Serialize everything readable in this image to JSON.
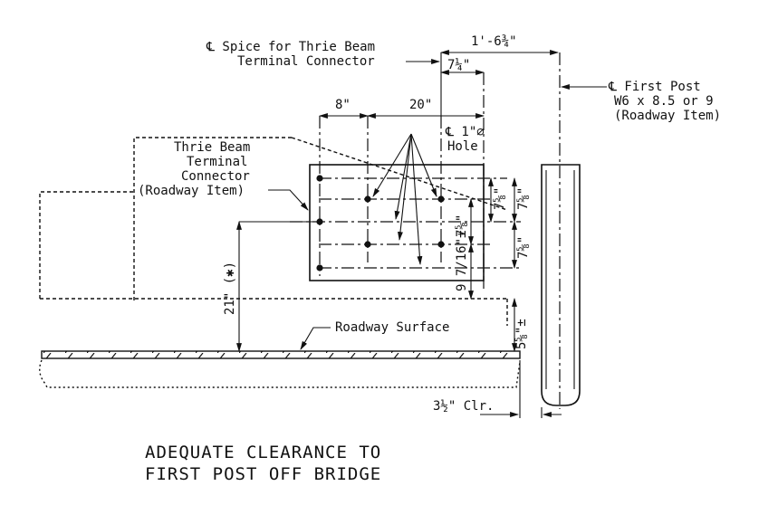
{
  "labels": {
    "splice_line1": "℄ Spice for Thrie Beam",
    "splice_line2": "Terminal Connector",
    "first_post_line1": "℄ First Post",
    "first_post_line2": "W6 x 8.5 or 9",
    "first_post_line3": "(Roadway Item)",
    "hole_line1": "℄ 1\"⌀",
    "hole_line2": "Hole",
    "connector_line1": "Thrie Beam",
    "connector_line2": "Terminal",
    "connector_line3": "Connector",
    "connector_line4": "(Roadway Item)",
    "roadway_surface": "Roadway Surface"
  },
  "dimensions": {
    "d_1ft_6_3_4": "1'-6¾\"",
    "d_7_1_4": "7¼\"",
    "d_8": "8\"",
    "d_20": "20\"",
    "d_7_5_8_a": "7⅝\"",
    "d_7_5_8_b": "7⅝\"",
    "d_7_5_8_c": "7⅝\"",
    "d_7_5_8_d": "7⅝\"",
    "d_9_7_16": "9 7/16\"±",
    "d_21": "21\" (✱)",
    "d_5_5_8": "5⅝\"±",
    "d_3_1_2": "3½\" Clr."
  },
  "caption": {
    "line1": "ADEQUATE CLEARANCE TO",
    "line2": "FIRST POST OFF BRIDGE"
  }
}
